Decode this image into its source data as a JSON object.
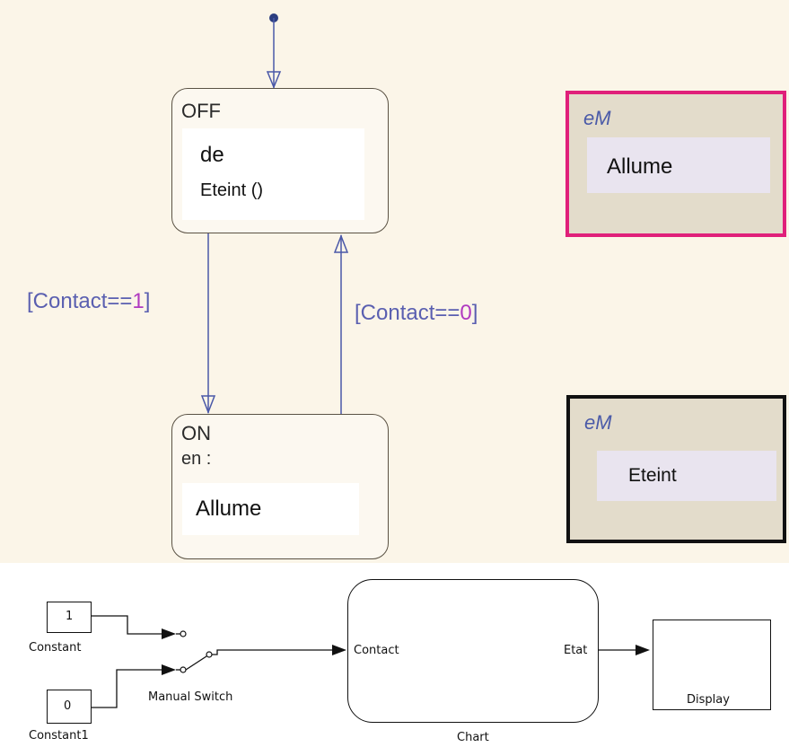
{
  "stateflow": {
    "off_state": {
      "name": "OFF",
      "action_line1": "de",
      "action_line2": "Eteint ()"
    },
    "on_state": {
      "name": "ON",
      "action_prefix": "en :",
      "action": "Allume"
    },
    "transition_down": {
      "prefix": "[Contact==",
      "value": "1",
      "suffix": "]"
    },
    "transition_up": {
      "prefix": "[Contact==",
      "value": "0",
      "suffix": "]"
    },
    "function_allume": {
      "tag": "eM",
      "name": "Allume",
      "border_color": "#e0207a"
    },
    "function_eteint": {
      "tag": "eM",
      "name": "Eteint",
      "border_color": "#111111"
    }
  },
  "simulink": {
    "constant": {
      "value": "1",
      "label": "Constant"
    },
    "constant1": {
      "value": "0",
      "label": "Constant1"
    },
    "manual_switch": {
      "label": "Manual Switch"
    },
    "chart": {
      "label": "Chart",
      "input_port": "Contact",
      "output_port": "Etat"
    },
    "display": {
      "label": "Display"
    }
  }
}
